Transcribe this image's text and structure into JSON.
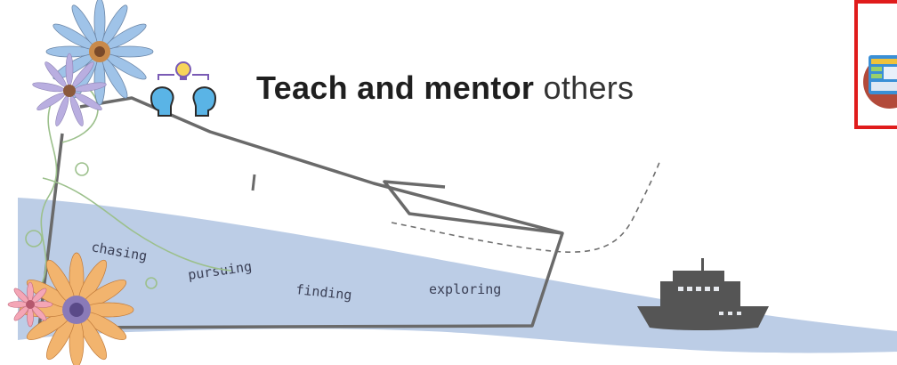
{
  "heading": {
    "bold": "Teach and mentor",
    "light": " others"
  },
  "river_words": [
    "chasing",
    "pursuing",
    "finding",
    "exploring"
  ],
  "icons": {
    "heading_icon": "mentor-heads-lightbulb-icon",
    "ship": "ship-icon",
    "thumbnail": "slide-thumbnail-icon"
  },
  "colors": {
    "water": "#bccde6",
    "outline": "#707070",
    "highlight_box": "#e01b1b",
    "flower_petal": "#9fc3e8"
  }
}
